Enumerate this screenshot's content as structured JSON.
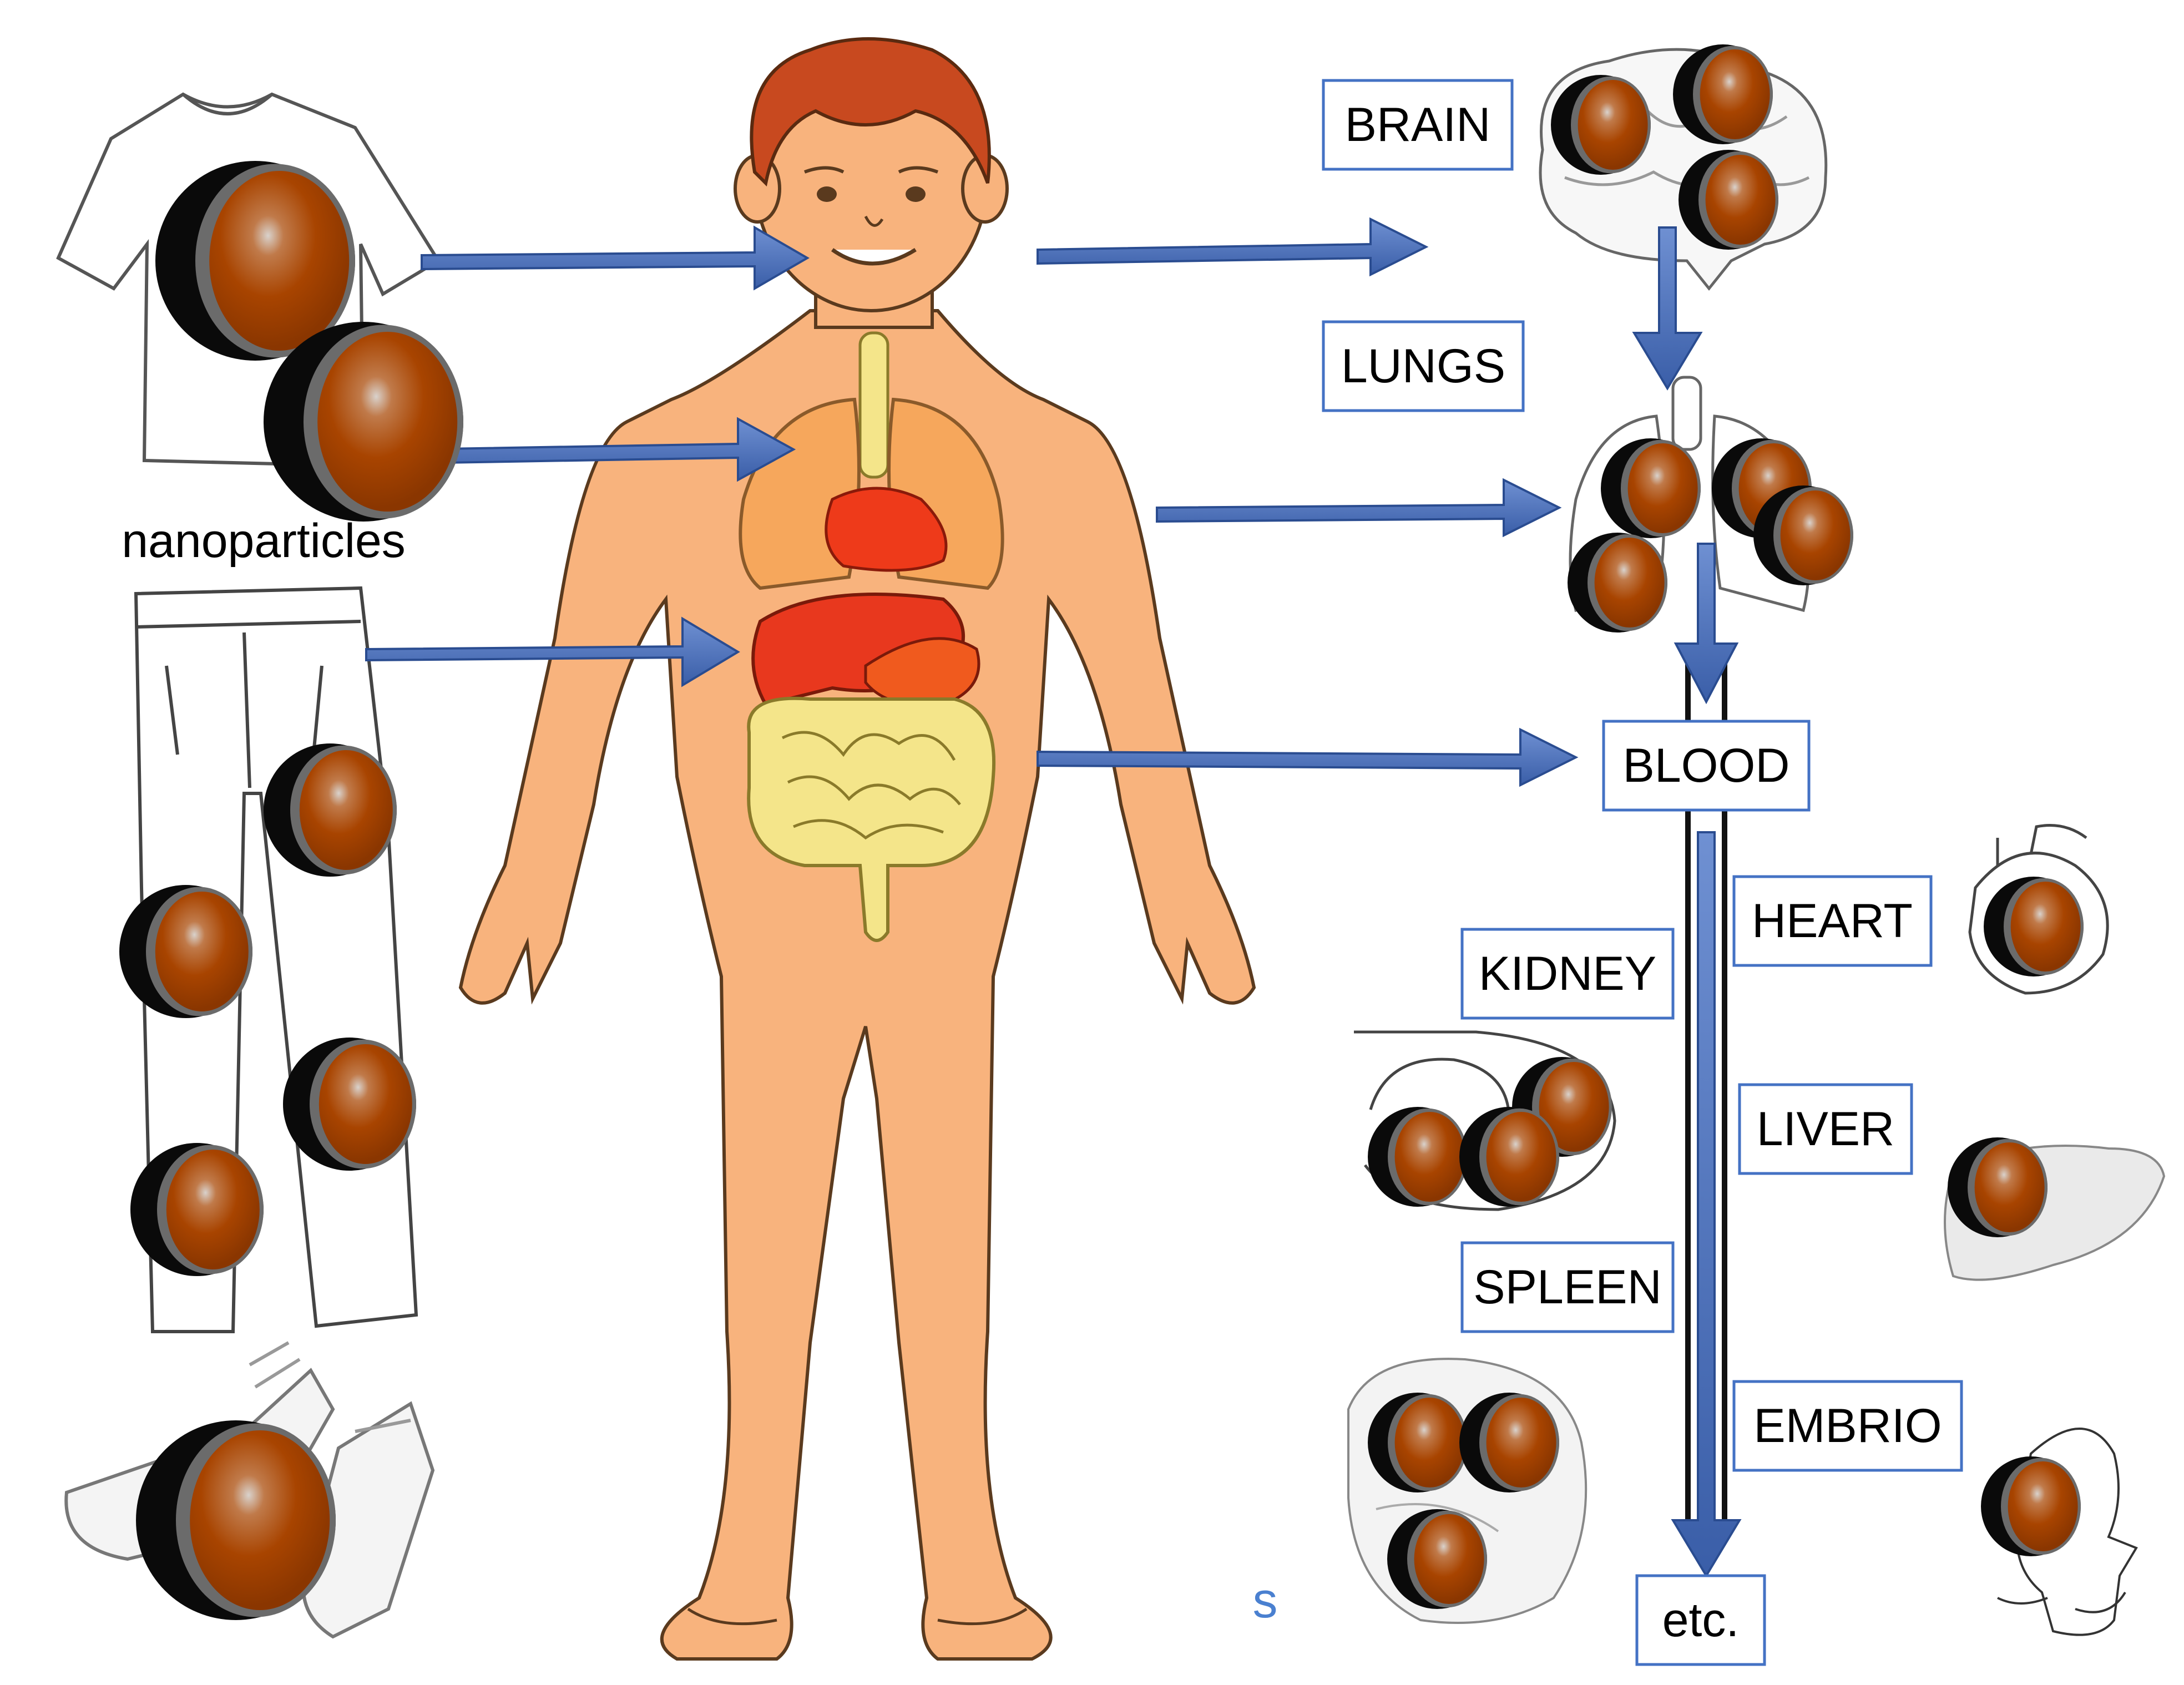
{
  "clothing_caption": "nanoparticles",
  "organ_labels": {
    "brain": "BRAIN",
    "lungs": "LUNGS",
    "blood": "BLOOD",
    "heart": "HEART",
    "kidney": "KIDNEY",
    "liver": "LIVER",
    "spleen": "SPLEEN",
    "embrio": "EMBRIO",
    "etc": "etc."
  },
  "stray_mark": "s",
  "colors": {
    "arrow": "#4a6fb8",
    "arrow_edge": "#2a4c90",
    "label_border": "#4472c4",
    "nanoparticle_core": "#a84400",
    "nanoparticle_shell": "#6b6b6b",
    "nanoparticle_shadow": "#0a0a0a",
    "skin": "#f8b37d",
    "hair": "#c8491f",
    "lungs": "#f6a75c",
    "heart": "#ee3a1a",
    "liver": "#e8381e",
    "intestine": "#f4e58a"
  }
}
